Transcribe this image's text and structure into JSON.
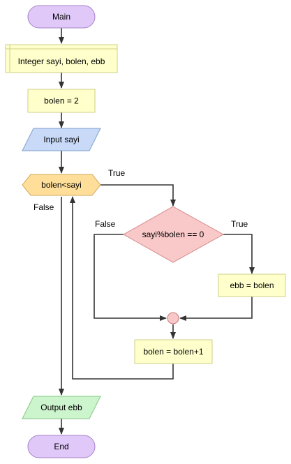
{
  "flowchart": {
    "start_label": "Main",
    "declare_label": "Integer sayi, bolen, ebb",
    "assign_bolen_label": "bolen = 2",
    "input_label": "Input sayi",
    "loop_condition_label": "bolen<sayi",
    "loop_true_label": "True",
    "loop_false_label": "False",
    "if_condition_label": "sayi%bolen == 0",
    "if_false_label": "False",
    "if_true_label": "True",
    "assign_ebb_label": "ebb = bolen",
    "increment_label": "bolen = bolen+1",
    "output_label": "Output ebb",
    "end_label": "End"
  },
  "colors": {
    "terminal_fill": "#e0c8f8",
    "terminal_stroke": "#a583c8",
    "process_fill": "#ffffcc",
    "process_stroke": "#cfcf88",
    "input_fill": "#c8daf7",
    "input_stroke": "#7f9fce",
    "loop_fill": "#ffde99",
    "loop_stroke": "#d3a65a",
    "decision_fill": "#f9c8c8",
    "decision_stroke": "#d48a8a",
    "output_fill": "#cdf5cd",
    "output_stroke": "#85c585",
    "connector_fill": "#f9c8c8",
    "connector_stroke": "#c87878",
    "edge": "#333333"
  }
}
